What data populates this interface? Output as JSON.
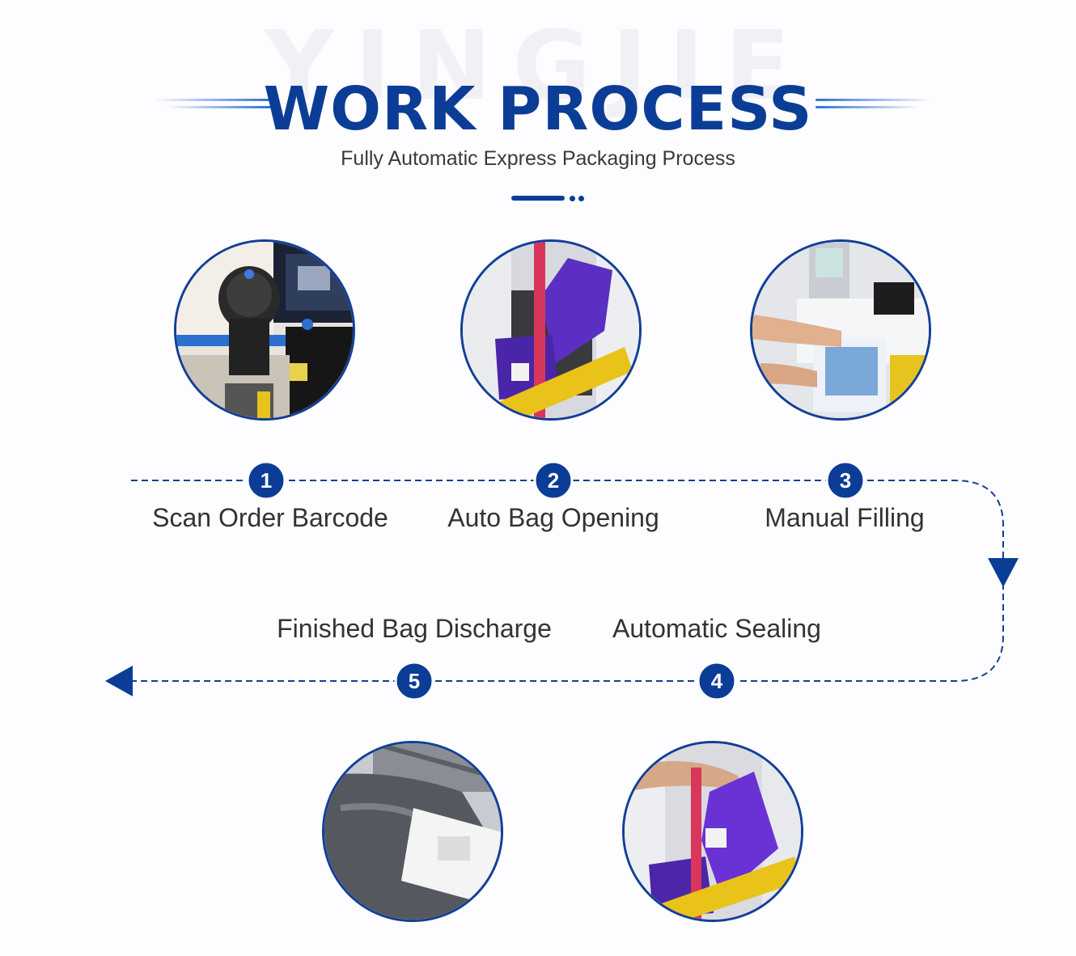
{
  "watermark": "YINGJIE",
  "header": {
    "title": "WORK PROCESS",
    "subtitle": "Fully Automatic Express Packaging Process"
  },
  "colors": {
    "brand_blue": "#0b3d96",
    "accent_blue": "#2f6fd9",
    "label_gray": "#333333"
  },
  "steps": [
    {
      "number": "1",
      "label": "Scan Order Barcode",
      "photo": "barcode-scanner-photo"
    },
    {
      "number": "2",
      "label": "Auto Bag Opening",
      "photo": "bag-opening-photo"
    },
    {
      "number": "3",
      "label": "Manual Filling",
      "photo": "manual-filling-photo"
    },
    {
      "number": "4",
      "label": "Automatic Sealing",
      "photo": "sealing-photo"
    },
    {
      "number": "5",
      "label": "Finished Bag Discharge",
      "photo": "bag-discharge-photo"
    }
  ]
}
